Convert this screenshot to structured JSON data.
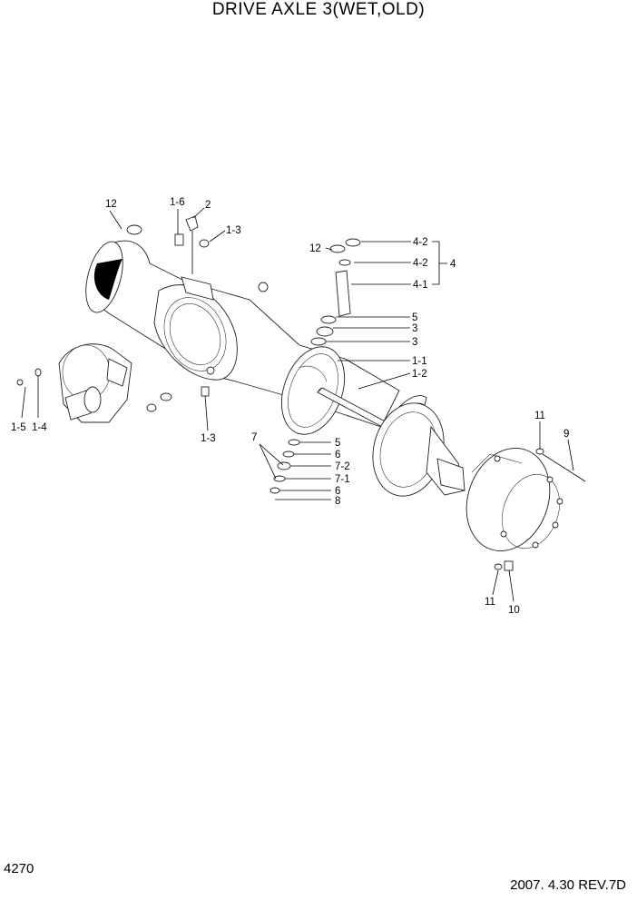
{
  "title": "DRIVE AXLE 3(WET,OLD)",
  "page_number": "4270",
  "revision": "2007. 4.30 REV.7D",
  "callouts": {
    "c12a": "12",
    "c16": "1-6",
    "c2": "2",
    "c13a": "1-3",
    "c12b": "12",
    "c42a": "4-2",
    "c42b": "4-2",
    "c41": "4-1",
    "c4": "4",
    "c5a": "5",
    "c3a": "3",
    "c3b": "3",
    "c11a": "1-1",
    "c12c": "1-2",
    "c15": "1-5",
    "c14": "1-4",
    "c13b": "1-3",
    "c7": "7",
    "c5b": "5",
    "c6a": "6",
    "c72": "7-2",
    "c71": "7-1",
    "c6b": "6",
    "c8": "8",
    "c11b": "11",
    "c9": "9",
    "c11c": "11",
    "c10": "10"
  }
}
